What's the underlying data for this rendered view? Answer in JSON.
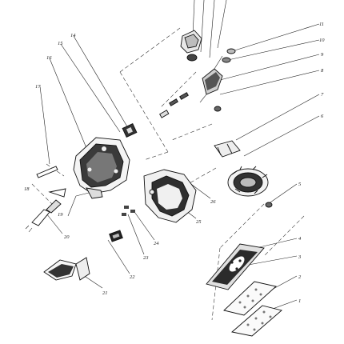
{
  "diagram": {
    "callouts": [
      {
        "id": "c1",
        "label": "1"
      },
      {
        "id": "c2",
        "label": "2"
      },
      {
        "id": "c3",
        "label": "3"
      },
      {
        "id": "c4",
        "label": "4"
      },
      {
        "id": "c5",
        "label": "5"
      },
      {
        "id": "c6",
        "label": "6"
      },
      {
        "id": "c7",
        "label": "7"
      },
      {
        "id": "c8",
        "label": "8"
      },
      {
        "id": "c9",
        "label": "9"
      },
      {
        "id": "c10",
        "label": "10"
      },
      {
        "id": "c11",
        "label": "11"
      },
      {
        "id": "c14",
        "label": "14"
      },
      {
        "id": "c15",
        "label": "15"
      },
      {
        "id": "c16",
        "label": "16"
      },
      {
        "id": "c17",
        "label": "17"
      },
      {
        "id": "c18",
        "label": "18"
      },
      {
        "id": "c19",
        "label": "19"
      },
      {
        "id": "c20",
        "label": "20"
      },
      {
        "id": "c21",
        "label": "21"
      },
      {
        "id": "c22",
        "label": "22"
      },
      {
        "id": "c23",
        "label": "23"
      },
      {
        "id": "c24",
        "label": "24"
      },
      {
        "id": "c25",
        "label": "25"
      },
      {
        "id": "c26",
        "label": "26"
      }
    ]
  }
}
